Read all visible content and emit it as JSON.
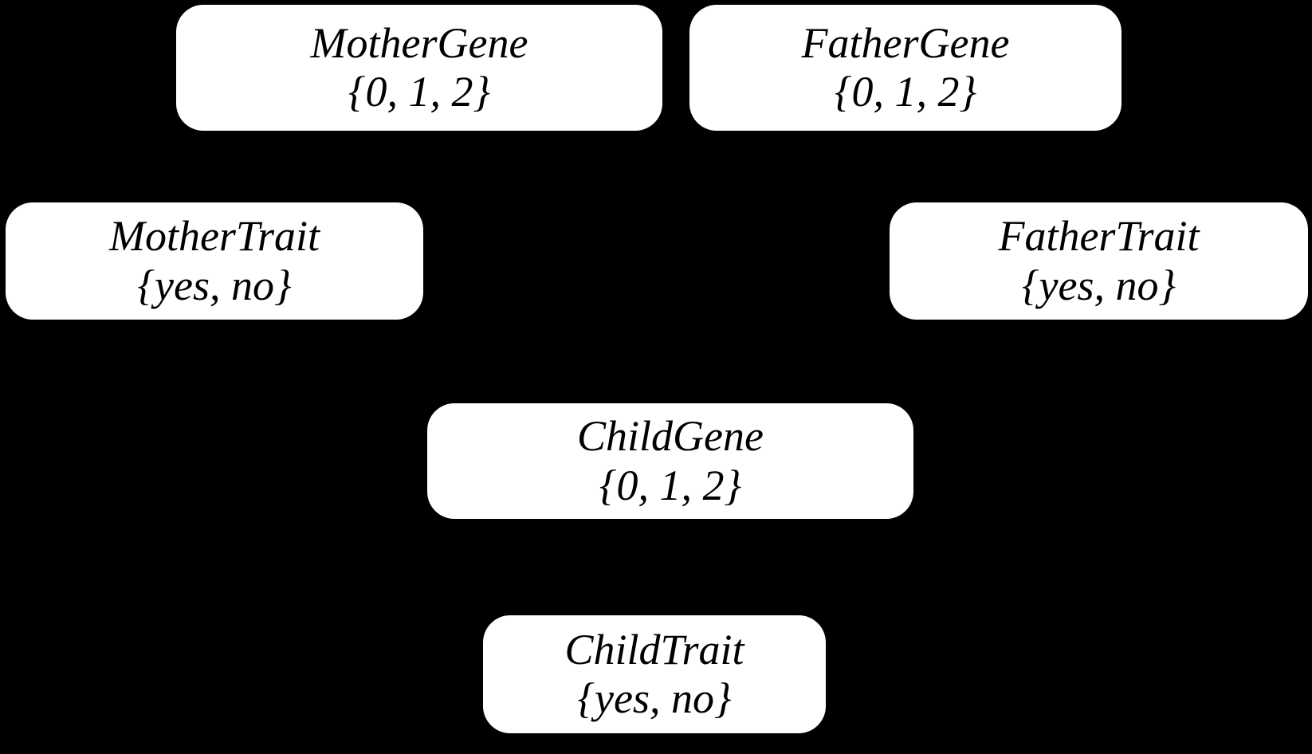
{
  "diagram": {
    "background_color": "#000000",
    "node_fill_color": "#ffffff",
    "node_text_color": "#000000",
    "nodes": [
      {
        "id": "mother-gene",
        "title": "MotherGene",
        "domain": "{0, 1, 2}"
      },
      {
        "id": "father-gene",
        "title": "FatherGene",
        "domain": "{0, 1, 2}"
      },
      {
        "id": "mother-trait",
        "title": "MotherTrait",
        "domain": "{yes, no}"
      },
      {
        "id": "father-trait",
        "title": "FatherTrait",
        "domain": "{yes, no}"
      },
      {
        "id": "child-gene",
        "title": "ChildGene",
        "domain": "{0, 1, 2}"
      },
      {
        "id": "child-trait",
        "title": "ChildTrait",
        "domain": "{yes, no}"
      }
    ]
  }
}
